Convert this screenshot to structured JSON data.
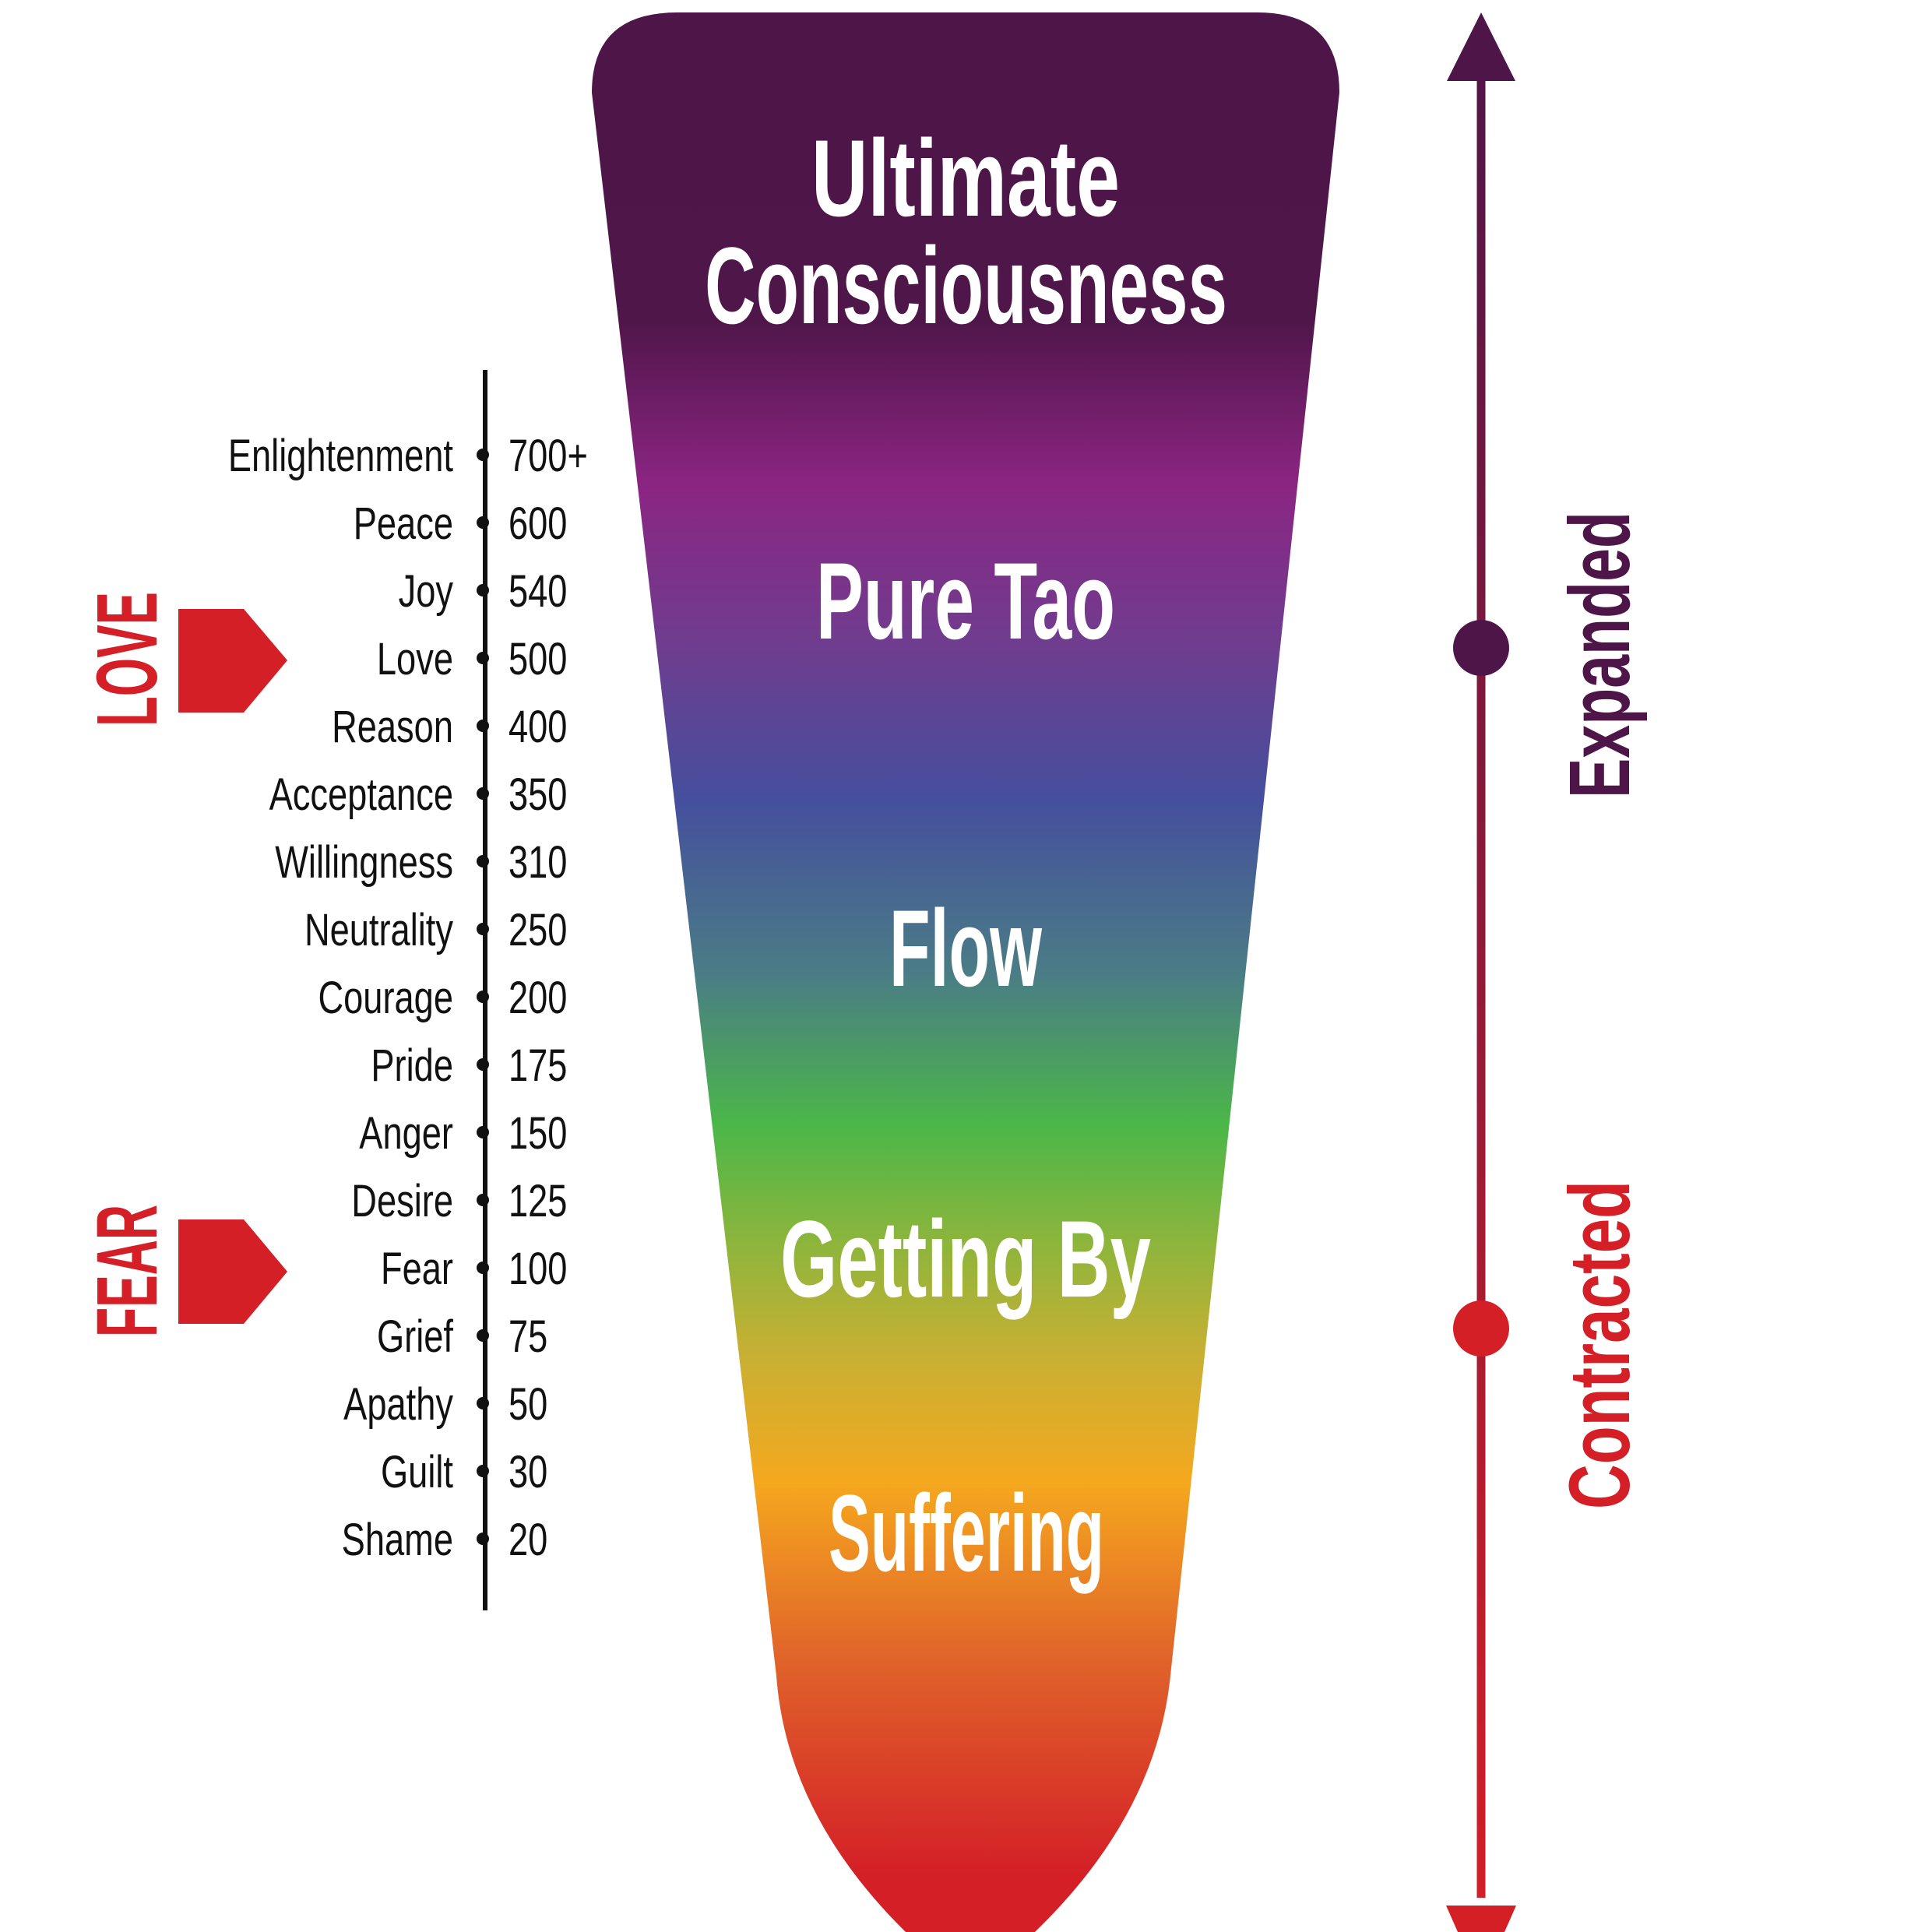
{
  "funnel": {
    "levels": [
      "Ultimate",
      "Consciousness",
      "Pure Tao",
      "Flow",
      "Getting By",
      "Suffering"
    ]
  },
  "scale": {
    "items": [
      {
        "label": "Enlightenment",
        "value": "700+"
      },
      {
        "label": "Peace",
        "value": "600"
      },
      {
        "label": "Joy",
        "value": "540"
      },
      {
        "label": "Love",
        "value": "500"
      },
      {
        "label": "Reason",
        "value": "400"
      },
      {
        "label": "Acceptance",
        "value": "350"
      },
      {
        "label": "Willingness",
        "value": "310"
      },
      {
        "label": "Neutrality",
        "value": "250"
      },
      {
        "label": "Courage",
        "value": "200"
      },
      {
        "label": "Pride",
        "value": "175"
      },
      {
        "label": "Anger",
        "value": "150"
      },
      {
        "label": "Desire",
        "value": "125"
      },
      {
        "label": "Fear",
        "value": "100"
      },
      {
        "label": "Grief",
        "value": "75"
      },
      {
        "label": "Apathy",
        "value": "50"
      },
      {
        "label": "Guilt",
        "value": "30"
      },
      {
        "label": "Shame",
        "value": "20"
      }
    ]
  },
  "markers": {
    "love": "LOVE",
    "fear": "FEAR"
  },
  "axis": {
    "expanded": "Expanded",
    "contracted": "Contracted"
  },
  "colors": {
    "purple": "#4e1548",
    "red": "#d41f27"
  }
}
